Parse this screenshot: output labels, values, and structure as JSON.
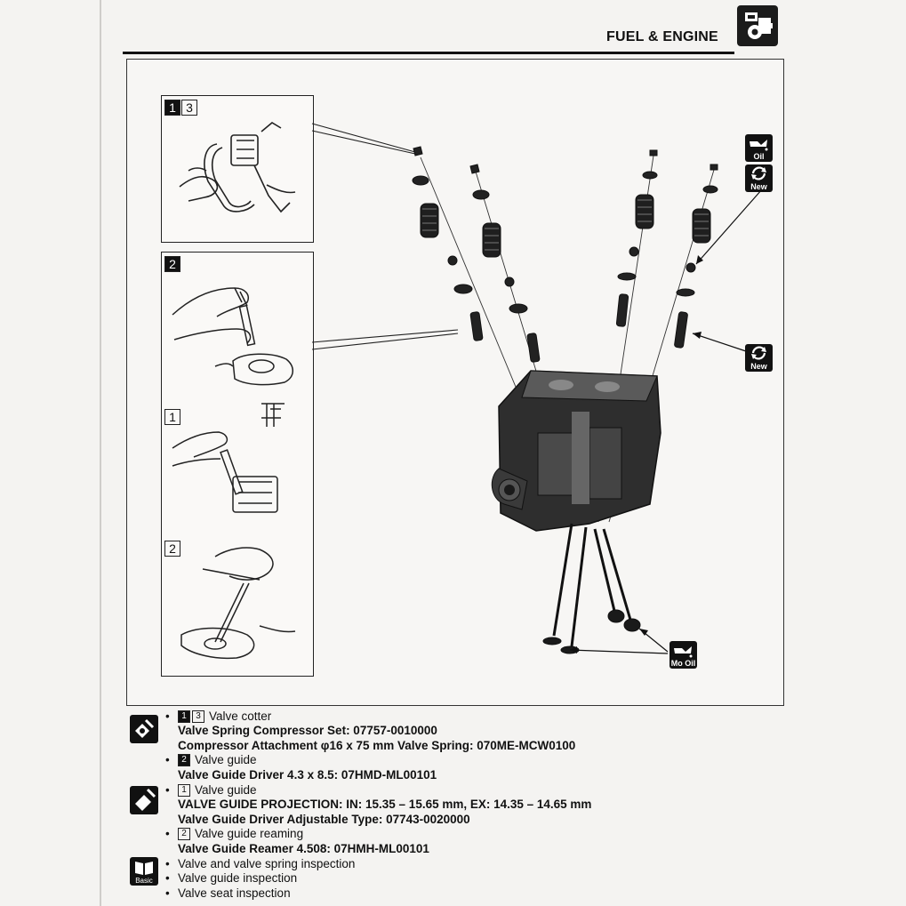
{
  "header": {
    "title": "FUEL & ENGINE",
    "icon": "fuel-engine-icon"
  },
  "diagram": {
    "inset_a": {
      "num_filled": "1",
      "num_outline": "3"
    },
    "inset_b": {
      "num_filled": "2",
      "sub1": "1",
      "sub2": "2"
    },
    "icons": {
      "oil": {
        "label": "Oil",
        "name": "oil-can-icon"
      },
      "new_top": {
        "label": "New",
        "name": "replace-new-icon"
      },
      "new_mid": {
        "label": "New",
        "name": "replace-new-icon"
      },
      "mo_oil": {
        "label": "Mo Oil",
        "name": "molybdenum-oil-icon"
      }
    }
  },
  "notes": {
    "tools": {
      "icon": "special-tool-icon",
      "line1_label": "Valve cotter",
      "line1_n1": "1",
      "line1_n2": "3",
      "line2": "Valve Spring Compressor Set: 07757-0010000",
      "line3": "Compressor Attachment φ16 x 75 mm Valve Spring: 070ME-MCW0100",
      "line4_n": "2",
      "line4_label": "Valve guide",
      "line5": "Valve Guide Driver 4.3 x 8.5: 07HMD-ML00101"
    },
    "measure": {
      "icon": "specification-icon",
      "line1_n": "1",
      "line1_label": "Valve guide",
      "line2": "VALVE GUIDE PROJECTION: IN: 15.35 – 15.65 mm, EX: 14.35 – 14.65 mm",
      "line3": "Valve Guide Driver Adjustable Type: 07743-0020000",
      "line4_n": "2",
      "line4_label": "Valve guide reaming",
      "line5": "Valve Guide Reamer 4.508: 07HMH-ML00101"
    },
    "basic": {
      "icon": "basic-manual-icon",
      "icon_label": "Basic",
      "items": [
        "Valve and valve spring inspection",
        "Valve guide inspection",
        "Valve seat inspection"
      ]
    }
  }
}
